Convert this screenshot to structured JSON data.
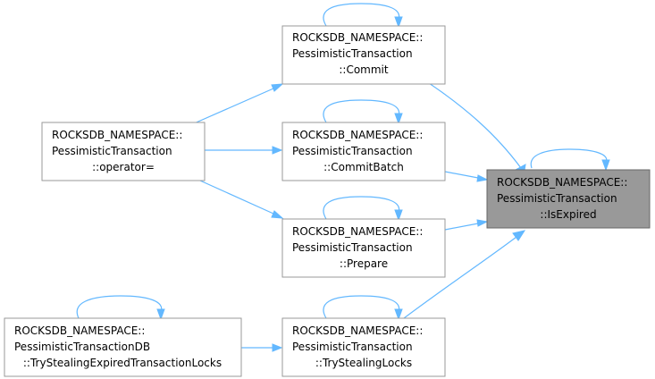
{
  "nodes": {
    "commit": {
      "lines": [
        "ROCKSDB_NAMESPACE::",
        "PessimisticTransaction",
        "::Commit"
      ],
      "link": true
    },
    "commit_batch": {
      "lines": [
        "ROCKSDB_NAMESPACE::",
        "PessimisticTransaction",
        "::CommitBatch"
      ],
      "link": true
    },
    "prepare": {
      "lines": [
        "ROCKSDB_NAMESPACE::",
        "PessimisticTransaction",
        "::Prepare"
      ],
      "link": true
    },
    "try_stealing_locks": {
      "lines": [
        "ROCKSDB_NAMESPACE::",
        "PessimisticTransaction",
        "::TryStealingLocks"
      ],
      "link": true
    },
    "operator_assign": {
      "lines": [
        "ROCKSDB_NAMESPACE::",
        "PessimisticTransaction",
        "::operator="
      ],
      "link": true
    },
    "try_stealing_expired": {
      "lines": [
        "ROCKSDB_NAMESPACE::",
        "PessimisticTransactionDB",
        "::TryStealingExpiredTransactionLocks"
      ],
      "link": true
    },
    "is_expired": {
      "lines": [
        "ROCKSDB_NAMESPACE::",
        "PessimisticTransaction",
        "::IsExpired"
      ],
      "link": false
    }
  },
  "edges": [
    {
      "from": "commit",
      "to": "is_expired"
    },
    {
      "from": "commit_batch",
      "to": "is_expired"
    },
    {
      "from": "prepare",
      "to": "is_expired"
    },
    {
      "from": "try_stealing_locks",
      "to": "is_expired"
    },
    {
      "from": "operator_assign",
      "to": "commit"
    },
    {
      "from": "operator_assign",
      "to": "commit_batch"
    },
    {
      "from": "operator_assign",
      "to": "prepare"
    },
    {
      "from": "try_stealing_expired",
      "to": "try_stealing_locks"
    },
    {
      "from": "commit",
      "to": "commit"
    },
    {
      "from": "commit_batch",
      "to": "commit_batch"
    },
    {
      "from": "prepare",
      "to": "prepare"
    },
    {
      "from": "try_stealing_locks",
      "to": "try_stealing_locks"
    },
    {
      "from": "is_expired",
      "to": "is_expired"
    },
    {
      "from": "try_stealing_expired",
      "to": "try_stealing_expired"
    }
  ],
  "colors": {
    "edge": "#63b8ff",
    "selected_fill": "#999999",
    "node_border": "#999999"
  }
}
